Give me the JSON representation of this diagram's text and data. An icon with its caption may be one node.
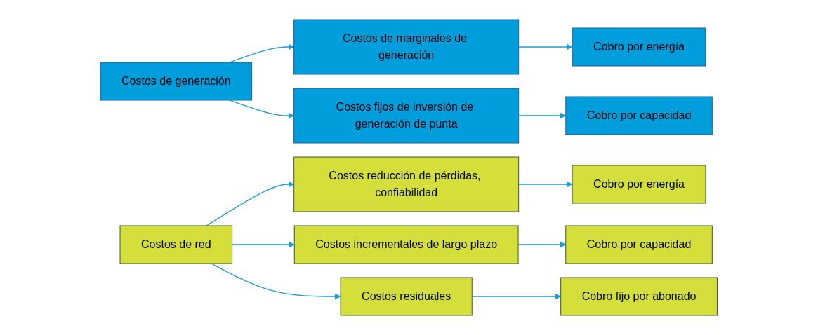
{
  "diagram": {
    "nodes": [
      {
        "text": [
          "Costos de generación"
        ]
      },
      {
        "text": [
          "Costos de marginales de generación"
        ]
      },
      {
        "text": [
          "Cobro por energía"
        ]
      },
      {
        "text": [
          "Costos fijos de inversión de generación de punta"
        ]
      },
      {
        "text": [
          "Cobro por capacidad"
        ]
      },
      {
        "text": [
          "Costos de red"
        ]
      },
      {
        "text": [
          "Costos reducción de pérdidas, confiabilidad"
        ]
      },
      {
        "text": [
          "Cobro por energía"
        ]
      },
      {
        "text": [
          "Costos incrementales de largo plazo"
        ]
      },
      {
        "text": [
          "Cobro por capacidad"
        ]
      },
      {
        "text": [
          "Costos residuales"
        ]
      },
      {
        "text": [
          "Cobro fijo por abonado"
        ]
      }
    ],
    "edges": [
      {
        "from": 0,
        "to": 1,
        "arrow": "to"
      },
      {
        "from": 0,
        "to": 3,
        "arrow": "to"
      },
      {
        "from": 1,
        "to": 2,
        "arrow": "to"
      },
      {
        "from": 3,
        "to": 4,
        "arrow": "to"
      },
      {
        "from": 5,
        "to": 6,
        "arrow": "to"
      },
      {
        "from": 5,
        "to": 8,
        "arrow": "to"
      },
      {
        "from": 5,
        "to": 10,
        "arrow": "to"
      },
      {
        "from": 6,
        "to": 7,
        "arrow": "to"
      },
      {
        "from": 8,
        "to": 9,
        "arrow": "to"
      },
      {
        "from": 10,
        "to": 11,
        "arrow": "to"
      }
    ]
  }
}
